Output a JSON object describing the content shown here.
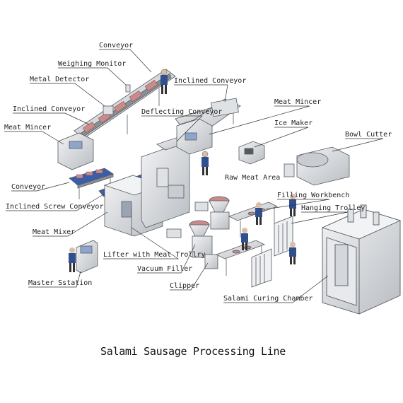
{
  "title": "Salami Sausage Processing Line",
  "labels": {
    "conveyor_top": "Conveyor",
    "weighing_monitor": "Weighing Monitor",
    "metal_detector": "Metal Detector",
    "inclined_conveyor_left": "Inclined Conveyor",
    "meat_mincer_left": "Meat Mincer",
    "inclined_conveyor_right": "Inclined Conveyor",
    "deflecting_conveyor": "Deflecting Conveyor",
    "meat_mincer_right": "Meat Mincer",
    "ice_maker": "Ice Maker",
    "bowl_cutter": "Bowl Cutter",
    "raw_meat_area": "Raw Meat Area",
    "conveyor_bottom": "Conveyor",
    "inclined_screw_conveyor": "Inclined Screw Conveyor",
    "filling_workbench": "Filling Workbench",
    "hanging_trolley": "Hanging Trolley",
    "meat_mixer": "Meat Mixer",
    "lifter_with_meat_trolley": "Lifter with Meat Trollry",
    "vacuum_filler": "Vacuum Filler",
    "clipper": "Clipper",
    "master_station": "Master Sstation",
    "salami_curing_chamber": "Salami Curing Chamber"
  },
  "colors": {
    "machine": "#e4e6e9",
    "machine_shade": "#b9bdc2",
    "outline": "#555a60",
    "meat": "#c98a8a",
    "belt_blue": "#3a5fa8",
    "worker_blue": "#2f4f8f"
  }
}
